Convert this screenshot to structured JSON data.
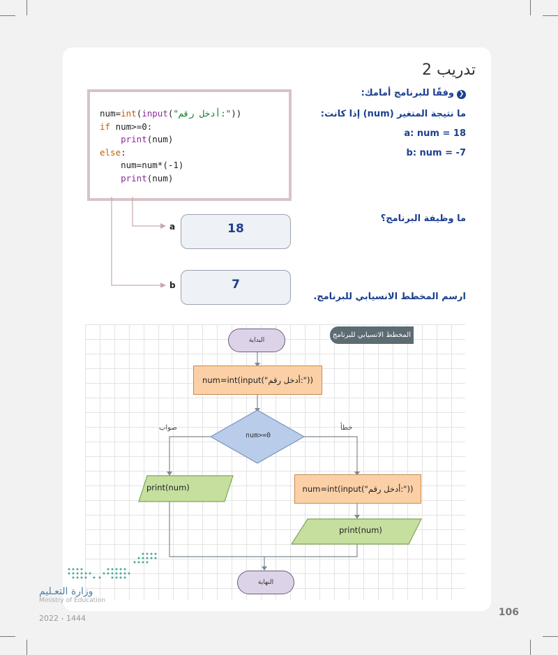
{
  "exercise_title": "تدريب 2",
  "instructions": {
    "line1": "وفقًا للبرنامج أمامك:",
    "line2": "ما نتيجة المتغير (num) إذا كانت:",
    "case_a": "a: num = 18",
    "case_b": "b: num = -7"
  },
  "code_lines": {
    "l1a": "num=",
    "l1b": "int",
    "l1c": "(",
    "l1d": "input",
    "l1e": "(",
    "l1f": "\"أدخل رقم:\"",
    "l1g": "))",
    "l2a": "if",
    "l2b": " num>=0:",
    "l3a": "print",
    "l3b": "(num)",
    "l4a": "else",
    "l4b": ":",
    "l5": "num=num*(-1)",
    "l6a": "print",
    "l6b": "(num)"
  },
  "answers": {
    "a_label": "a",
    "a_value": "18",
    "b_label": "b",
    "b_value": "7"
  },
  "questions": {
    "q_function": "ما وظيفة البرنامج؟",
    "q_flowchart": "ارسم المخطط الانسيابي للبرنامج."
  },
  "flowchart": {
    "tag": "المخطط الانسيابي للبرنامج",
    "start": "البداية",
    "input": "num=int(input(\"أدخل رقم:\"))",
    "condition": "num>=0",
    "true_label": "صواب",
    "false_label": "خطأ",
    "true_output": "print(num)",
    "false_process": "num=int(input(\"أدخل رقم:\"))",
    "false_output": "print(num)",
    "end": "النهاية"
  },
  "footer": {
    "ministry_ar": "وزارة التعـليم",
    "ministry_en": "Ministry of Education",
    "year": "2022 - 1444",
    "page_number": "106"
  },
  "colors": {
    "accent_blue": "#1c3f8f",
    "start_end_fill": "#ddd3e8",
    "process_fill": "#fbd0a6",
    "decision_fill": "#b9cdea",
    "output_fill": "#c6df9f"
  }
}
